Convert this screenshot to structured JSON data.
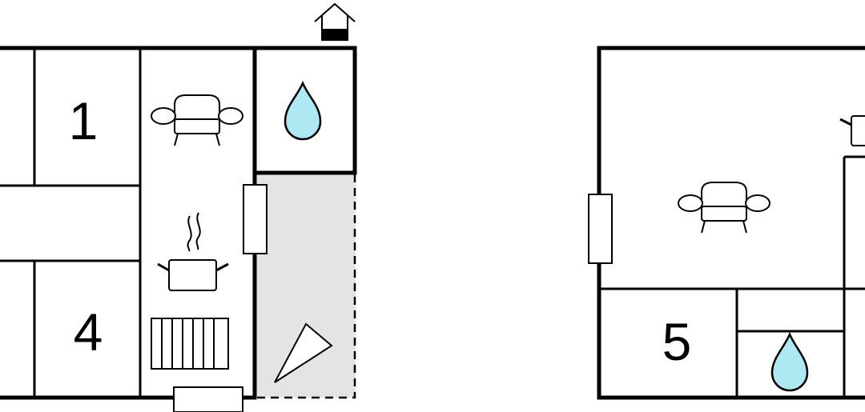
{
  "rooms": {
    "bedroom_1": "1",
    "bedroom_4": "4",
    "bedroom_5": "5"
  },
  "icons": {
    "entrance": "house-entrance-icon",
    "sofa": "sofa-icon",
    "water": "water-drop-icon",
    "kitchen": "cooking-pot-icon",
    "heating": "radiator-icon",
    "terrace": "terrace-triangle-icon",
    "window": "window-icon"
  },
  "colors": {
    "water": "#aee9f3",
    "terrace": "#e4e4e4",
    "wall": "#000000"
  }
}
